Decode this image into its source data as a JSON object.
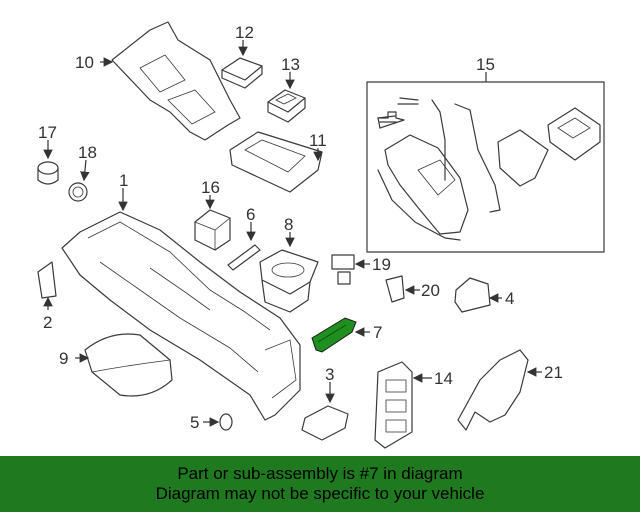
{
  "labels": {
    "l1": "1",
    "l2": "2",
    "l3": "3",
    "l4": "4",
    "l5": "5",
    "l6": "6",
    "l7": "7",
    "l8": "8",
    "l9": "9",
    "l10": "10",
    "l11": "11",
    "l12": "12",
    "l13": "13",
    "l14": "14",
    "l15": "15",
    "l16": "16",
    "l17": "17",
    "l18": "18",
    "l19": "19",
    "l20": "20",
    "l21": "21"
  },
  "highlight_color": "#1f8f1f",
  "banner": {
    "line1": "Part or sub-assembly is #7 in diagram",
    "line2": "Diagram may not be specific to your vehicle",
    "background": "#1f7a1f"
  }
}
